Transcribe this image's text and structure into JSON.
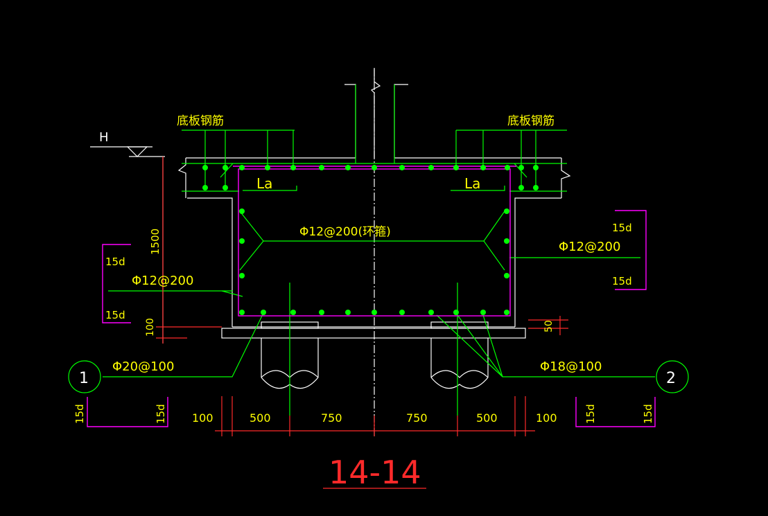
{
  "labels": {
    "bottom_rebar_left": "底板钢筋",
    "bottom_rebar_right": "底板钢筋",
    "water_level": "H",
    "la_left": "La",
    "la_right": "La",
    "stirrup": "Φ12@200(环箍)",
    "side_bar_left": "Φ12@200",
    "side_bar_right": "Φ12@200",
    "bottom_bar_left": "Φ20@100",
    "bottom_bar_right": "Φ18@100",
    "anchor_15d": "15d",
    "dim_1500": "1500",
    "dim_100_vertical": "100",
    "dim_50": "50",
    "callout_1": "1",
    "callout_2": "2",
    "section_title": "14-14"
  },
  "dimensions": [
    "100",
    "500",
    "750",
    "750",
    "500",
    "100"
  ],
  "colors": {
    "background": "#000000",
    "rebar_line": "#00ff00",
    "rebar_dot": "#00ff00",
    "stirrup": "#ff00ff",
    "concrete": "#ffffff",
    "dimension": "#ff2a2a",
    "text": "#ffff00"
  }
}
